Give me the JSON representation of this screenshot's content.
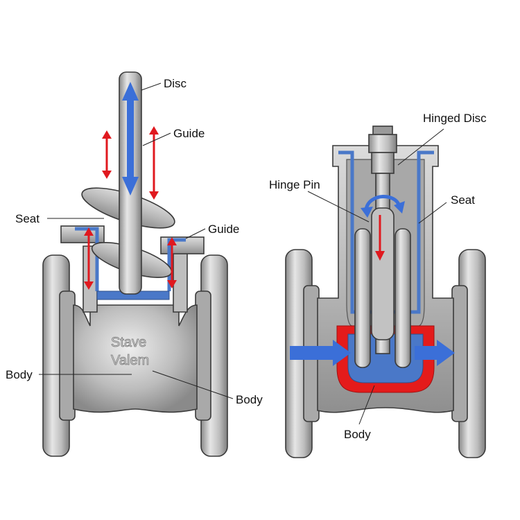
{
  "left_valve": {
    "labels": {
      "disc": "Disc",
      "guide_top": "Guide",
      "seat": "Seat",
      "guide_side": "Guide",
      "body_left": "Body",
      "body_right": "Body"
    },
    "cast_text": [
      "Stave",
      "Valem"
    ]
  },
  "right_valve": {
    "labels": {
      "hinged_disc": "Hinged Disc",
      "hinge_pin": "Hinge Pin",
      "seat": "Seat",
      "body": "Body"
    }
  },
  "colors": {
    "flow_arrow": "#3b6fd8",
    "motion_arrow": "#e0191f",
    "seal_red": "#e41b1b",
    "liner_blue": "#4a78c8",
    "metal_light": "#c9c9c9",
    "metal_dark": "#8c8c8c"
  }
}
